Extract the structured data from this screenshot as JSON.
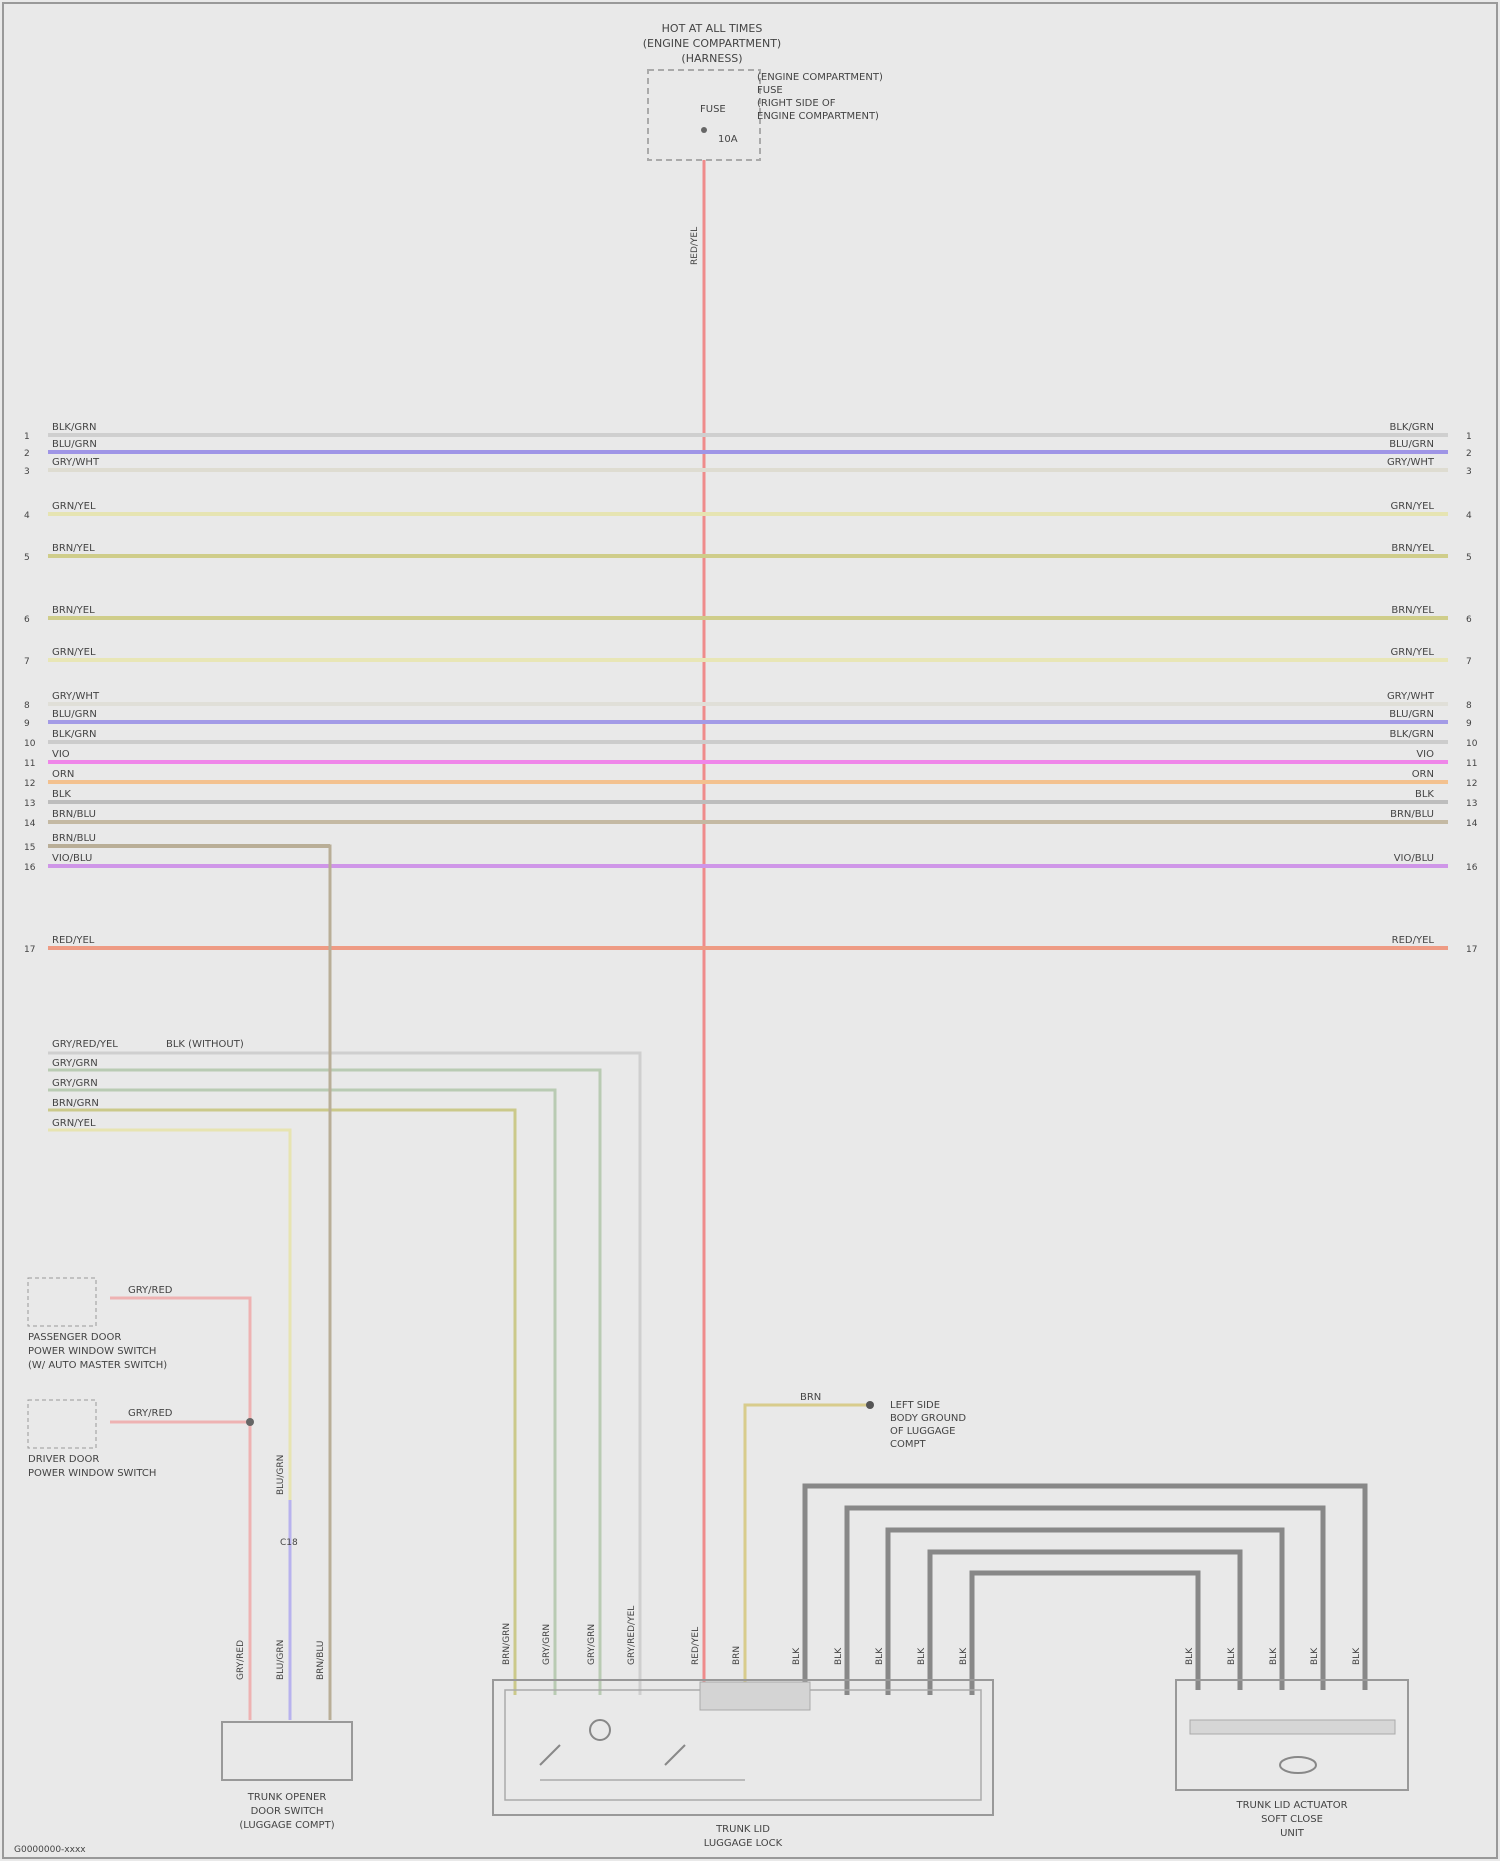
{
  "top_component": {
    "lines": [
      "HOT AT ALL TIMES",
      "(ENGINE COMPARTMENT)",
      "(HARNESS)"
    ],
    "fuse_label": "FUSE",
    "fuse_value": "10A",
    "note_lines": [
      "(ENGINE COMPARTMENT)",
      "FUSE",
      "(RIGHT SIDE OF",
      "ENGINE COMPARTMENT)"
    ]
  },
  "bus_lines": [
    {
      "id": "1",
      "left": "BLK/GRN",
      "right": "BLK/GRN",
      "color": "#cfcfcf"
    },
    {
      "id": "2",
      "left": "BLU/GRN",
      "right": "BLU/GRN",
      "color": "#9f95e6"
    },
    {
      "id": "3",
      "left": "GRY/WHT",
      "right": "GRY/WHT",
      "color": "#dedcd1"
    },
    {
      "id": "4",
      "left": "GRN/YEL",
      "right": "GRN/YEL",
      "color": "#e6e4b2"
    },
    {
      "id": "5",
      "left": "BRN/YEL",
      "right": "BRN/YEL",
      "color": "#cfcd8a"
    },
    {
      "id": "6",
      "left": "BRN/YEL",
      "right": "BRN/YEL",
      "color": "#cfcd8a"
    },
    {
      "id": "7",
      "left": "GRN/YEL",
      "right": "GRN/YEL",
      "color": "#e8e6b6"
    },
    {
      "id": "8",
      "left": "GRY/WHT",
      "right": "GRY/WHT",
      "color": "#e0dfd8"
    },
    {
      "id": "9",
      "left": "BLU/GRN",
      "right": "BLU/GRN",
      "color": "#a39be6"
    },
    {
      "id": "10",
      "left": "BLK/GRN",
      "right": "BLK/GRN",
      "color": "#cccccc"
    },
    {
      "id": "11",
      "left": "VIO",
      "right": "VIO",
      "color": "#ef86e9"
    },
    {
      "id": "12",
      "left": "ORN",
      "right": "ORN",
      "color": "#f3c18f"
    },
    {
      "id": "13",
      "left": "BLK",
      "right": "BLK",
      "color": "#bdbdbd"
    },
    {
      "id": "14",
      "left": "BRN/BLU",
      "right": "BRN/BLU",
      "color": "#c4b9a3"
    },
    {
      "id": "15",
      "left": "BRN/BLU",
      "right": "",
      "color": "#b9ae97"
    },
    {
      "id": "16",
      "left": "VIO/BLU",
      "right": "VIO/BLU",
      "color": "#cf96e8"
    },
    {
      "id": "17",
      "left": "RED/YEL",
      "right": "RED/YEL",
      "color": "#ee9b84"
    }
  ],
  "lower_bus": {
    "labels": [
      "GRY/RED/YEL",
      "BLK (WITHOUT)",
      "GRY/GRN",
      "GRY/GRN",
      "BRN/GRN",
      "GRN/YEL"
    ]
  },
  "switches": [
    {
      "lines": [
        "PASSENGER DOOR",
        "POWER WINDOW SWITCH",
        "(W/ AUTO MASTER SWITCH)"
      ],
      "wire": "GRY/RED"
    },
    {
      "lines": [
        "DRIVER DOOR",
        "POWER WINDOW SWITCH"
      ],
      "wire": "GRY/RED"
    }
  ],
  "ground_note": {
    "wire": "BRN",
    "lines": [
      "LEFT SIDE",
      "BODY GROUND",
      "OF LUGGAGE",
      "COMPT"
    ]
  },
  "bottom_left": {
    "lines": [
      "TRUNK OPENER",
      "DOOR SWITCH",
      "(LUGGAGE COMPT)"
    ],
    "pins": [
      "GRY/RED",
      "BLU/GRN",
      "BRN/BLU"
    ]
  },
  "bottom_center": {
    "lines": [
      "TRUNK LID",
      "LUGGAGE LOCK"
    ],
    "pins": [
      "BRN/GRN",
      "GRY/GRN",
      "GRY/GRN",
      "GRY/RED/YEL",
      "RED/YEL",
      "BRN",
      "BLK",
      "BLK",
      "BLK",
      "BLK",
      "BLK"
    ]
  },
  "bottom_right": {
    "lines": [
      "TRUNK LID ACTUATOR",
      "SOFT CLOSE",
      "UNIT"
    ],
    "pins": [
      "BLK",
      "BLK",
      "BLK",
      "BLK",
      "BLK"
    ]
  },
  "vertical_wire_labels": {
    "main": "RED/YEL",
    "mid": "BLU/GRN",
    "mid_connector": "C18"
  },
  "footer": "G0000000-xxxx"
}
